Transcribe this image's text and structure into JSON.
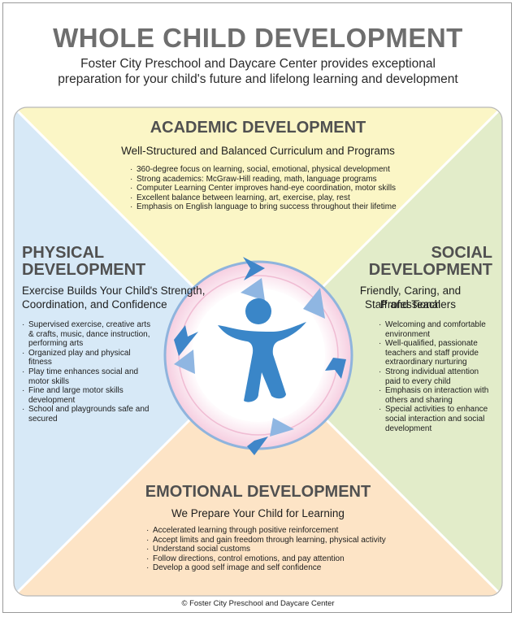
{
  "title": "WHOLE CHILD DEVELOPMENT",
  "subtitle": "Foster City Preschool and Daycare Center provides exceptional preparation for your child's future and lifelong learning and development",
  "colors": {
    "academic": "#fbf6c6",
    "physical": "#d7e9f7",
    "social": "#e2ecc9",
    "emotional": "#fde4c6",
    "accent_blue": "#4a8fcd",
    "ring_pink": "#f6cfe1"
  },
  "academic": {
    "title": "ACADEMIC DEVELOPMENT",
    "subtitle": "Well-Structured and Balanced Curriculum and Programs",
    "items": [
      "360-degree focus on learning, social, emotional, physical development",
      "Strong academics: McGraw-Hill reading, math, language programs",
      "Computer Learning Center improves hand-eye coordination, motor skills",
      "Excellent balance between learning, art, exercise, play, rest",
      "Emphasis on English language to bring success throughout their lifetime"
    ]
  },
  "physical": {
    "title_line1": "PHYSICAL",
    "title_line2": "DEVELOPMENT",
    "subtitle_line1": "Exercise Builds Your Child's Strength,",
    "subtitle_line2": "Coordination, and Confidence",
    "items": [
      "Supervised exercise, creative arts & crafts, music, dance instruction, performing arts",
      "Organized play and physical fitness",
      "Play time enhances social and motor skills",
      "Fine and large motor skills development",
      "School and playgrounds safe and secured"
    ]
  },
  "social": {
    "title_line1": "SOCIAL",
    "title_line2": "DEVELOPMENT",
    "subtitle_line1": "Friendly, Caring, and Professional",
    "subtitle_line2": "Staff and Teachers",
    "items": [
      "Welcoming and comfortable environment",
      "Well-qualified, passionate teachers and staff provide extraordinary nurturing",
      "Strong individual attention paid to every child",
      "Emphasis on interaction with others and sharing",
      "Special activities to enhance social interaction and social development"
    ]
  },
  "emotional": {
    "title": "EMOTIONAL DEVELOPMENT",
    "subtitle": "We Prepare Your Child for Learning",
    "items": [
      "Accelerated learning through positive reinforcement",
      "Accept limits and gain freedom through learning, physical activity",
      "Understand social customs",
      "Follow directions, control emotions, and pay attention",
      "Develop a good self image and self confidence"
    ]
  },
  "footer": "© Foster City Preschool and Daycare Center"
}
